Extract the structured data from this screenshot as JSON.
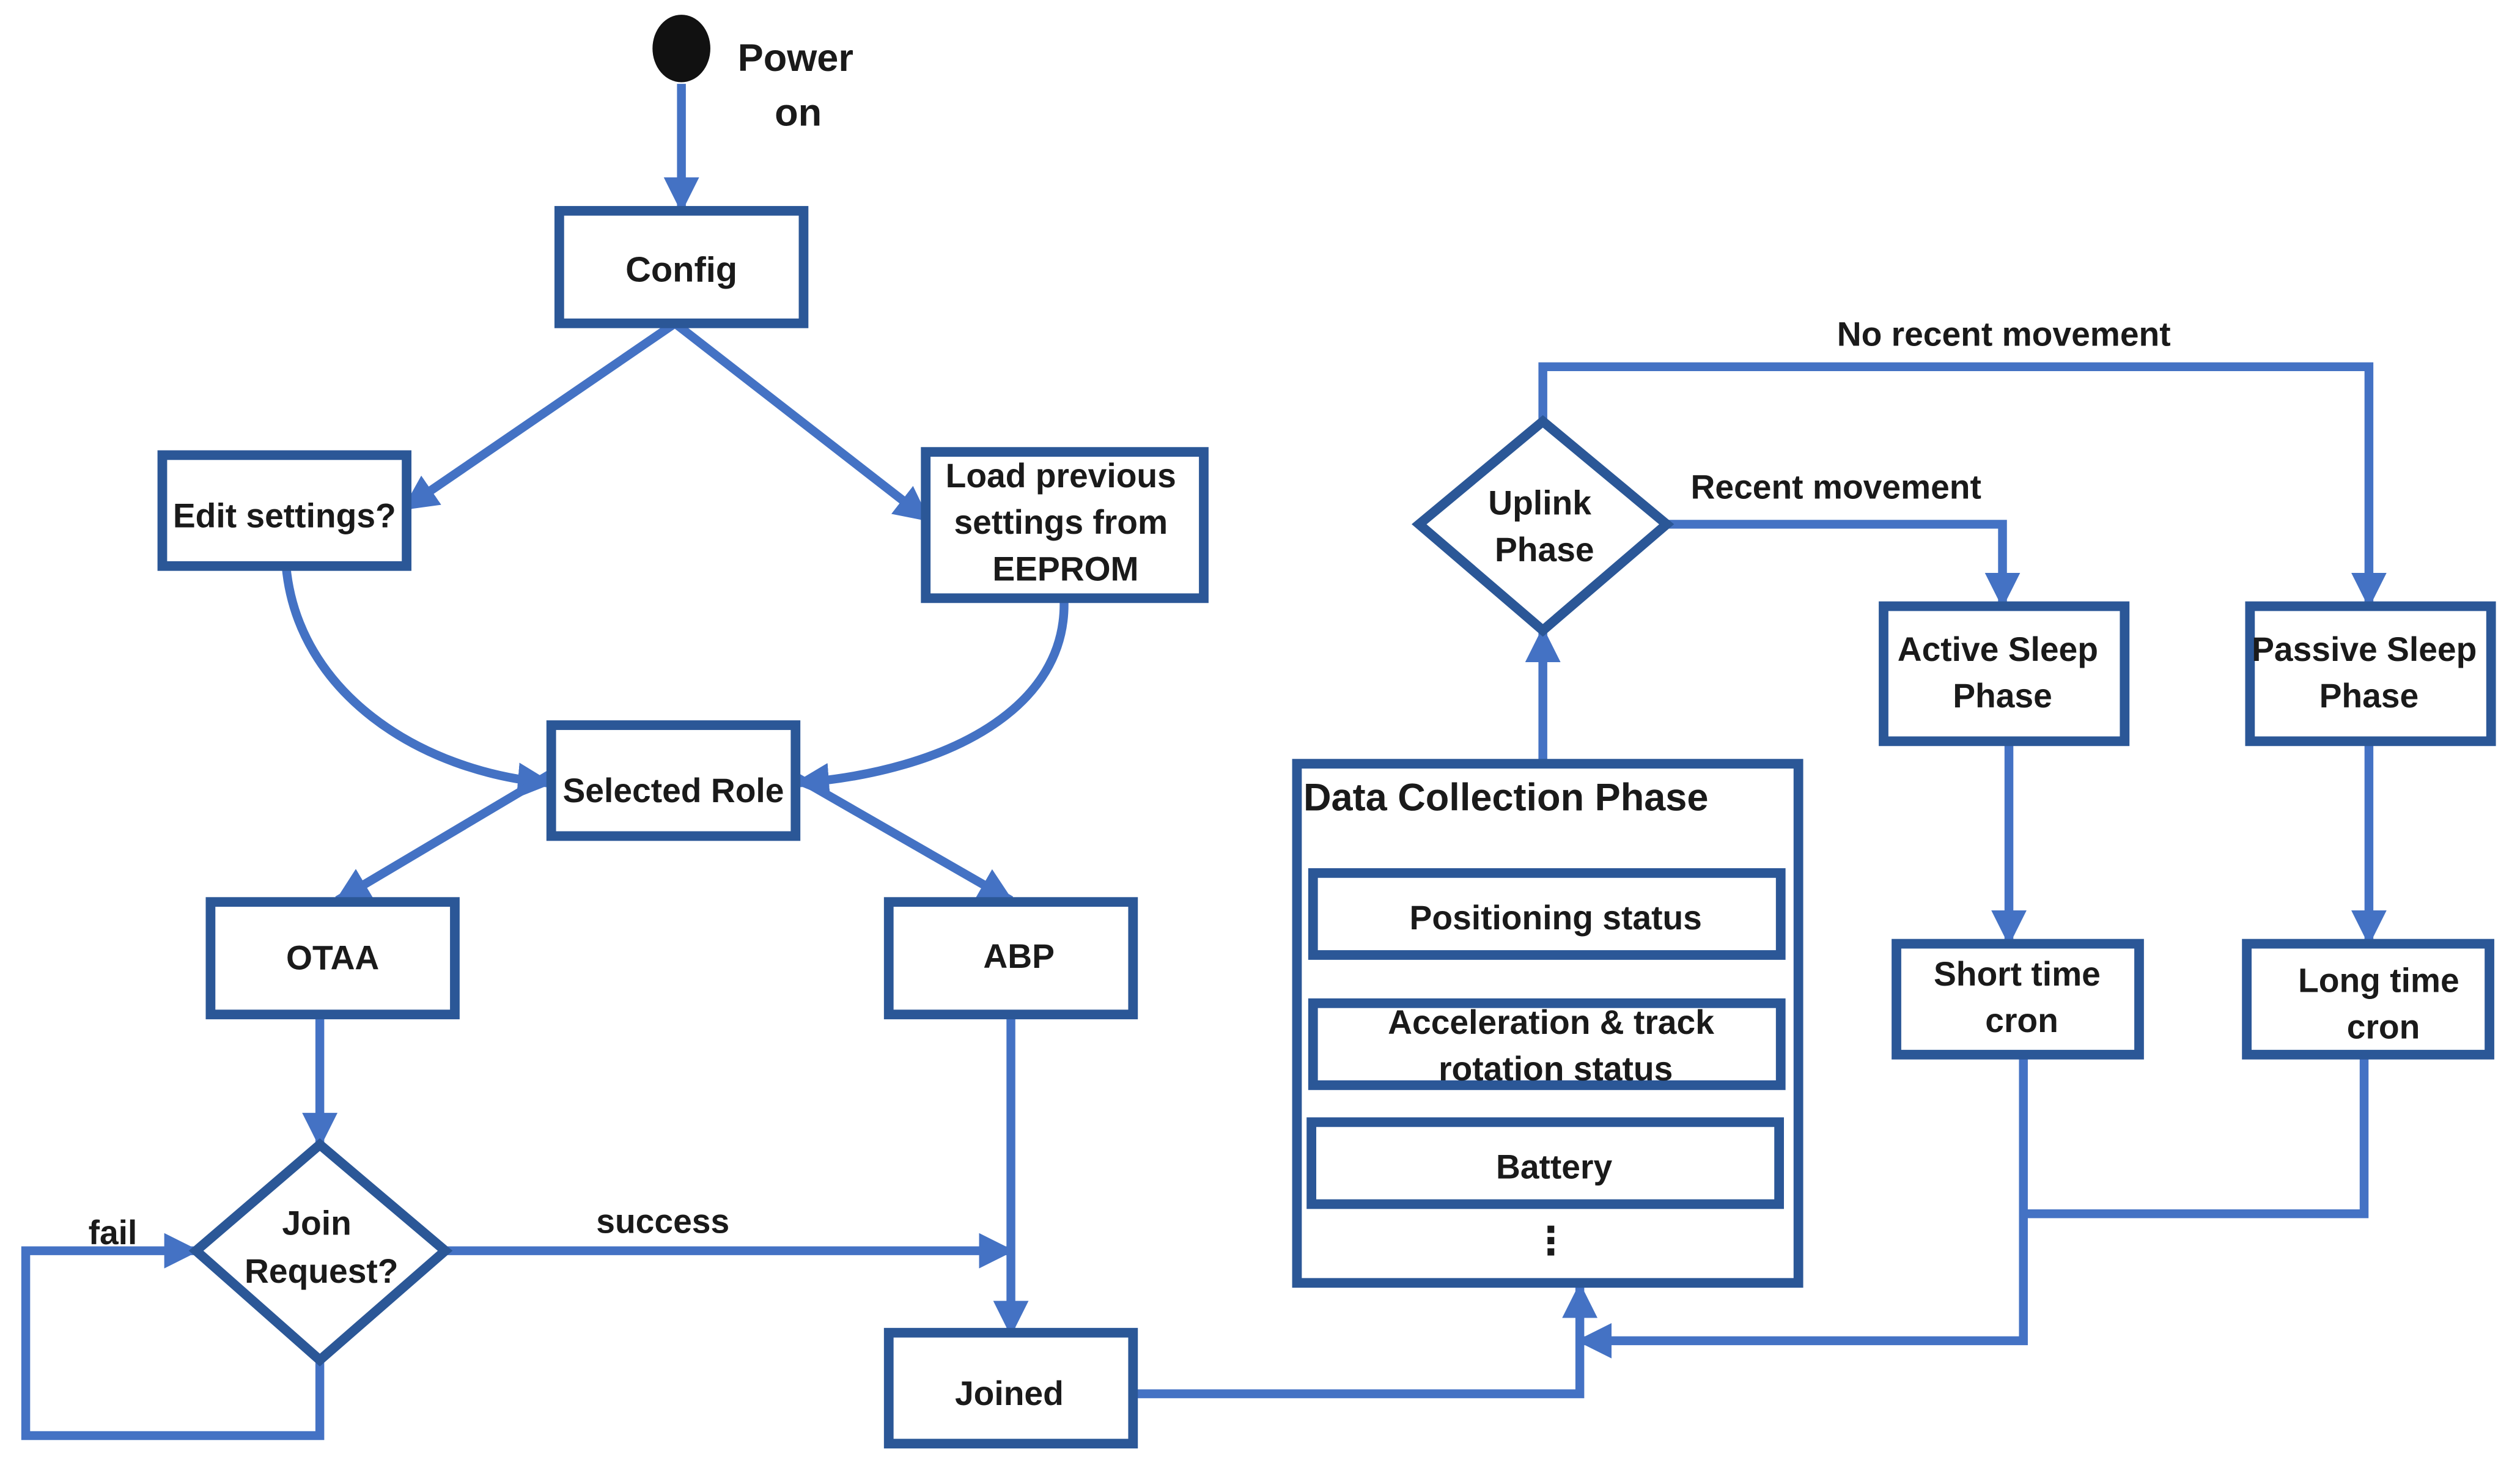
{
  "start_label": [
    "Power",
    "on"
  ],
  "nodes": {
    "config": [
      "Config"
    ],
    "edit_settings": [
      "Edit settings?"
    ],
    "load_previous": [
      "Load previous",
      "settings from",
      "EEPROM"
    ],
    "selected_role": [
      "Selected Role"
    ],
    "otaa": [
      "OTAA"
    ],
    "abp": [
      "ABP"
    ],
    "join_request": [
      "Join",
      "Request?"
    ],
    "joined": [
      "Joined"
    ],
    "data_collection_title": "Data Collection Phase",
    "positioning_status": [
      "Positioning status"
    ],
    "acceleration_status": [
      "Acceleration & track",
      "rotation status"
    ],
    "battery": [
      "Battery"
    ],
    "more": "⋮",
    "uplink_phase": [
      "Uplink",
      "Phase"
    ],
    "active_sleep": [
      "Active Sleep",
      "Phase"
    ],
    "passive_sleep": [
      "Passive Sleep",
      "Phase"
    ],
    "short_time_cron": [
      "Short time",
      "cron"
    ],
    "long_time_cron": [
      "Long time",
      "cron"
    ]
  },
  "edge_labels": {
    "fail": "fail",
    "success": "success",
    "no_recent_movement": "No recent movement",
    "recent_movement": "Recent movement"
  },
  "colors": {
    "line": "#4472c4",
    "box_border": "#2b5797",
    "start_node": "#111111"
  }
}
